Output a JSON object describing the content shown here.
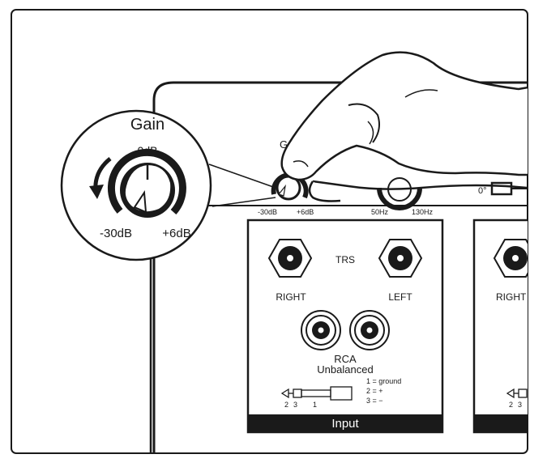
{
  "callout": {
    "title": "Gain",
    "zero_label": "0dB",
    "min_label": "-30dB",
    "max_label": "+6dB"
  },
  "device": {
    "gain_knob": {
      "label_partial": "G",
      "min_label": "-30dB",
      "max_label": "+6dB"
    },
    "highpass_knob": {
      "min_label": "50Hz",
      "max_label": "130Hz"
    },
    "phase_switch_label": "0°"
  },
  "input_panel": {
    "trs_label": "TRS",
    "right_label": "RIGHT",
    "left_label": "LEFT",
    "rca_label": "RCA",
    "unbalanced_label": "Unbalanced",
    "plug_pins": [
      "2",
      "3",
      "1"
    ],
    "pin_legend": [
      "1 = ground",
      "2 = +",
      "3 = −"
    ],
    "footer_label": "Input"
  },
  "second_panel": {
    "right_label_partial": "RIGHT",
    "plug_pins": [
      "2",
      "3"
    ]
  },
  "colors": {
    "line": "#1a1a1a",
    "background": "#ffffff",
    "footer_bg": "#1a1a1a",
    "footer_text": "#ffffff"
  }
}
